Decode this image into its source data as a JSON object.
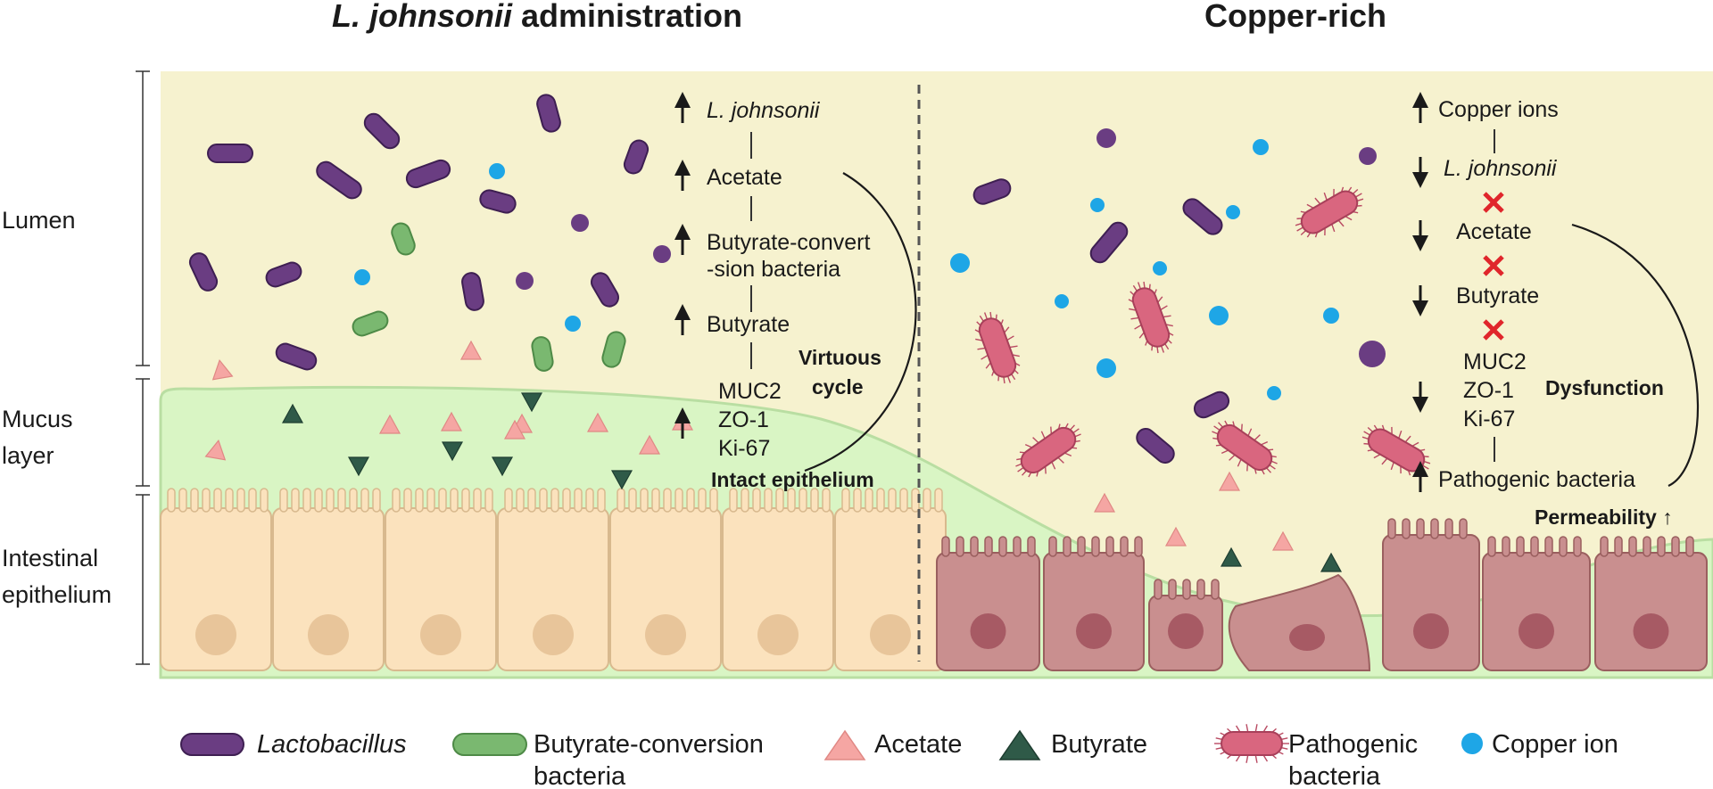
{
  "titles": {
    "left_italic": "L. johnsonii",
    "left_rest": " administration",
    "right": "Copper-rich"
  },
  "region_labels": {
    "lumen": "Lumen",
    "mucus_1": "Mucus",
    "mucus_2": "layer",
    "epithelium_1": "Intestinal",
    "epithelium_2": "epithelium"
  },
  "left_pathway": {
    "steps": [
      {
        "text": "L. johnsonii",
        "italic": true
      },
      {
        "text": "Acetate"
      },
      {
        "text": "Butyrate-convert",
        "text2": "-sion bacteria"
      },
      {
        "text": "Butyrate"
      },
      {
        "text": "MUC2",
        "text2": "ZO-1",
        "text3": "Ki-67"
      }
    ],
    "cycle_1": "Virtuous",
    "cycle_2": "cycle",
    "outcome": "Intact epithelium"
  },
  "right_pathway": {
    "steps": [
      {
        "text": "Copper ions"
      },
      {
        "text": "L. johnsonii",
        "italic": true
      },
      {
        "text": "Acetate"
      },
      {
        "text": "Butyrate"
      },
      {
        "text": "MUC2",
        "text2": "ZO-1",
        "text3": "Ki-67"
      },
      {
        "text": "Pathogenic bacteria"
      }
    ],
    "cycle": "Dysfunction",
    "outcome": "Permeability ↑"
  },
  "legend": {
    "lactobacillus": "Lactobacillus",
    "butyrate_conv_1": "Butyrate-conversion",
    "butyrate_conv_2": "bacteria",
    "acetate": "Acetate",
    "butyrate": "Butyrate",
    "pathogenic_1": "Pathogenic",
    "pathogenic_2": "bacteria",
    "copper": "Copper ion"
  },
  "colors": {
    "lumen_bg": "#f6f2cf",
    "mucus": "#d9f5c4",
    "healthy_cell": "#fbe2bd",
    "damaged_cell": "#c98f8f",
    "lactobacillus": "#6a3d82",
    "butyrate_bacteria": "#7ab870",
    "acetate": "#f5a6a3",
    "butyrate": "#2f5a48",
    "pathogen": "#d9667f",
    "copper": "#1ea6e6",
    "block": "#e0262b"
  }
}
